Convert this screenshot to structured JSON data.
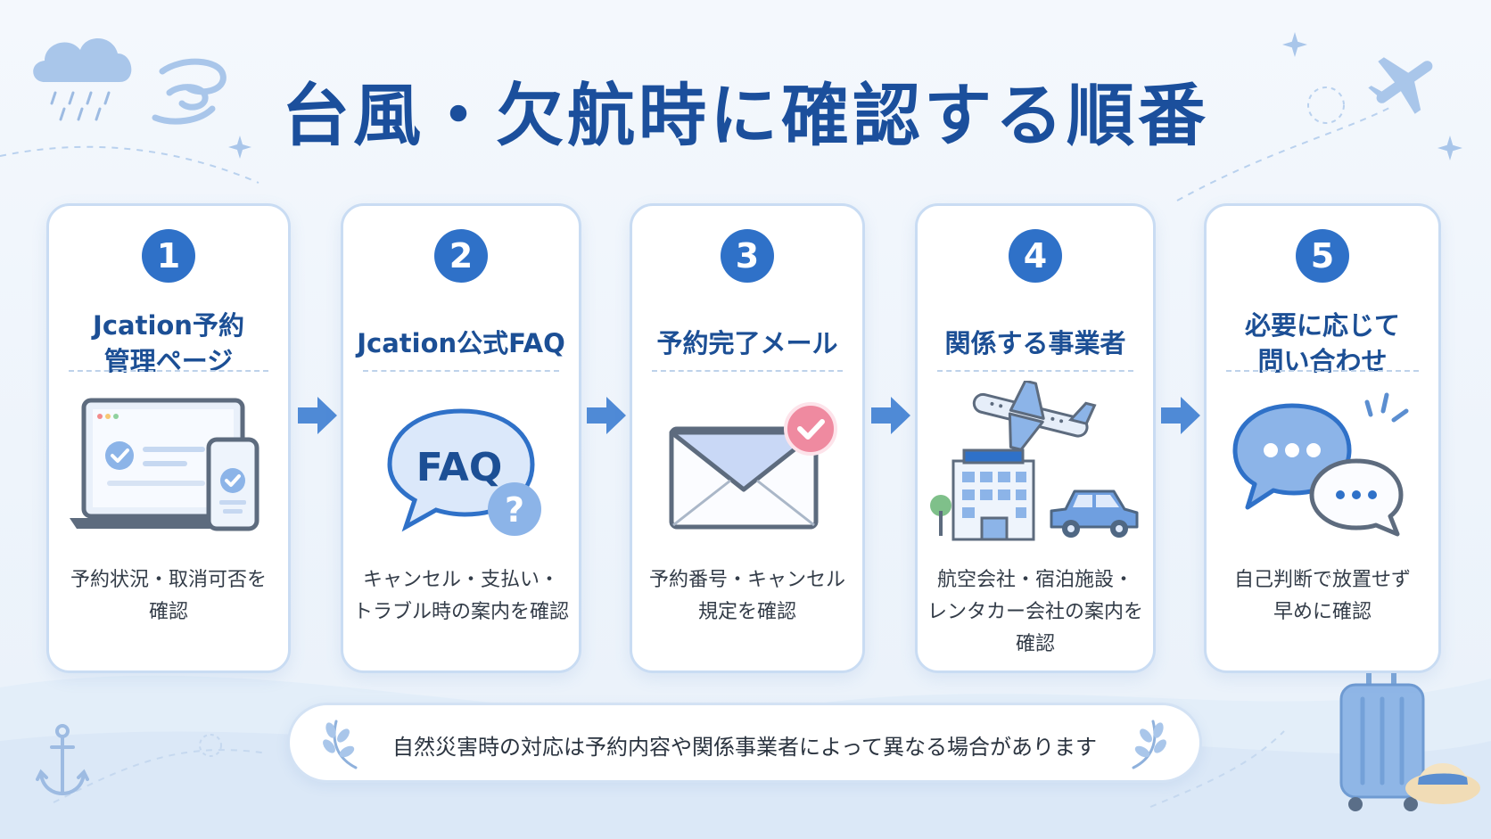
{
  "title": "台風・欠航時に確認する順番",
  "accent_color": "#2f71c8",
  "steps": [
    {
      "number": "1",
      "title_lines": [
        "Jcation予約",
        "管理ページ"
      ],
      "icon": "laptop-phone-check-icon",
      "description_lines": [
        "予約状況・取消可否を",
        "確認"
      ]
    },
    {
      "number": "2",
      "title_lines": [
        "Jcation公式FAQ"
      ],
      "icon": "faq-speech-bubble-icon",
      "icon_text": "FAQ",
      "icon_badge": "?",
      "description_lines": [
        "キャンセル・支払い・",
        "トラブル時の案内を確認"
      ]
    },
    {
      "number": "3",
      "title_lines": [
        "予約完了メール"
      ],
      "icon": "envelope-check-icon",
      "description_lines": [
        "予約番号・キャンセル",
        "規定を確認"
      ]
    },
    {
      "number": "4",
      "title_lines": [
        "関係する事業者"
      ],
      "icon": "airplane-hotel-car-icon",
      "description_lines": [
        "航空会社・宿泊施設・",
        "レンタカー会社の案内を",
        "確認"
      ]
    },
    {
      "number": "5",
      "title_lines": [
        "必要に応じて",
        "問い合わせ"
      ],
      "icon": "chat-bubbles-icon",
      "description_lines": [
        "自己判断で放置せず",
        "早めに確認"
      ]
    }
  ],
  "footer_note": "自然災害時の対応は予約内容や関係事業者によって異なる場合があります"
}
